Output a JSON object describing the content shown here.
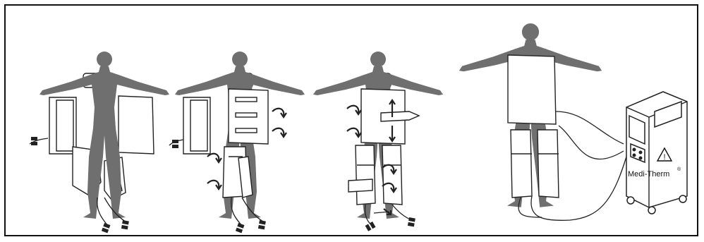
{
  "diagram": {
    "device": {
      "brand": "Medi-Therm",
      "brand_mark": "®",
      "warning_icon": "warning-triangle-icon"
    },
    "steps": [
      {
        "id": "step-1",
        "description_icon": "blanket-unfolded-behind-patient"
      },
      {
        "id": "step-2",
        "description_icon": "wrap-blanket-arrows"
      },
      {
        "id": "step-3",
        "description_icon": "smooth-blanket-hands"
      },
      {
        "id": "step-4",
        "description_icon": "connect-to-machine"
      }
    ]
  }
}
